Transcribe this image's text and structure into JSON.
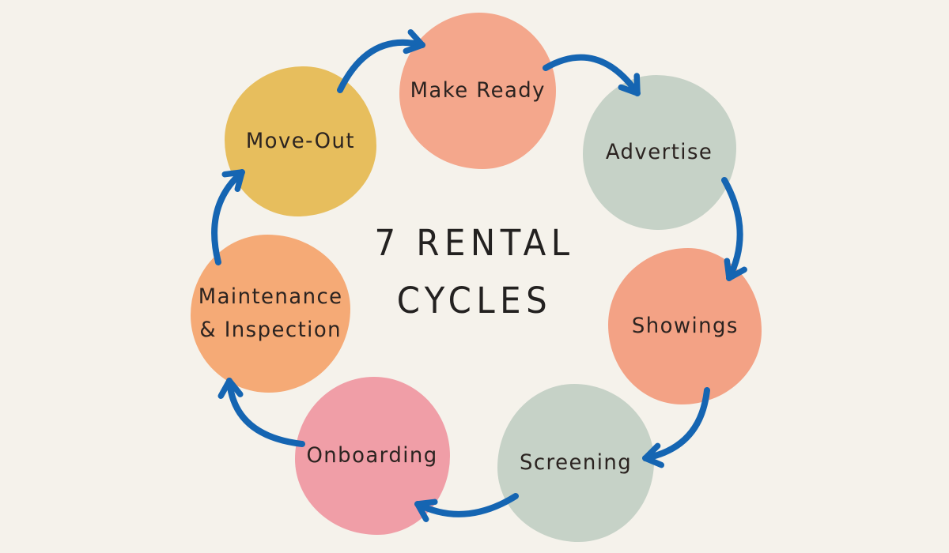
{
  "title": "7 RENTAL CYCLES",
  "title_lines": "7 RENTAL\nCYCLES",
  "colors": {
    "background": "#f5f2eb",
    "arrow": "#1565b2",
    "text": "#2b2320"
  },
  "nodes": [
    {
      "id": "make-ready",
      "label": "Make Ready",
      "color": "#f4a78c"
    },
    {
      "id": "advertise",
      "label": "Advertise",
      "color": "#c6d2c7"
    },
    {
      "id": "showings",
      "label": "Showings",
      "color": "#f3a285"
    },
    {
      "id": "screening",
      "label": "Screening",
      "color": "#c6d2c7"
    },
    {
      "id": "onboarding",
      "label": "Onboarding",
      "color": "#f09ea7"
    },
    {
      "id": "maintenance-inspection",
      "label": "Maintenance\n& Inspection",
      "color": "#f5aa76"
    },
    {
      "id": "move-out",
      "label": "Move-Out",
      "color": "#e7be5d"
    }
  ],
  "cycle_order": [
    "Make Ready",
    "Advertise",
    "Showings",
    "Screening",
    "Onboarding",
    "Maintenance & Inspection",
    "Move-Out"
  ]
}
